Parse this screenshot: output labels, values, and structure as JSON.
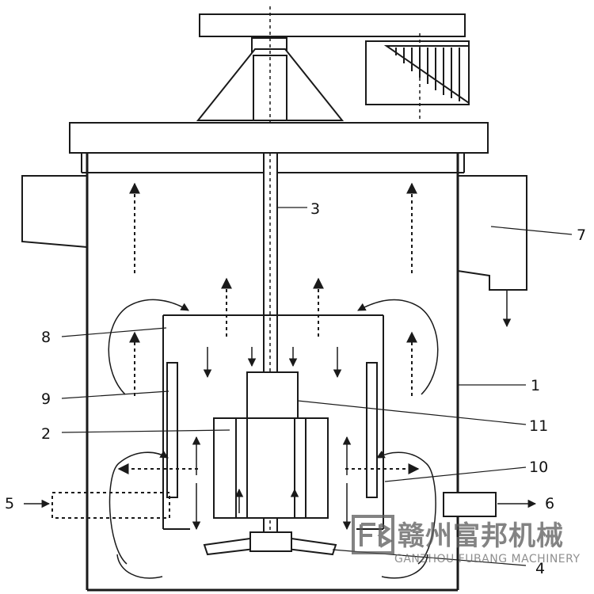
{
  "labels": {
    "n1": "1",
    "n2": "2",
    "n3": "3",
    "n4": "4",
    "n5": "5",
    "n6": "6",
    "n7": "7",
    "n8": "8",
    "n9": "9",
    "n10": "10",
    "n11": "11"
  },
  "watermark": {
    "chinese": "赣州富邦机械",
    "english": "GANZHOU FUBANG MACHINERY"
  },
  "colors": {
    "line": "#1a1a1a",
    "background": "#ffffff",
    "watermark": "#5a5a5a"
  }
}
